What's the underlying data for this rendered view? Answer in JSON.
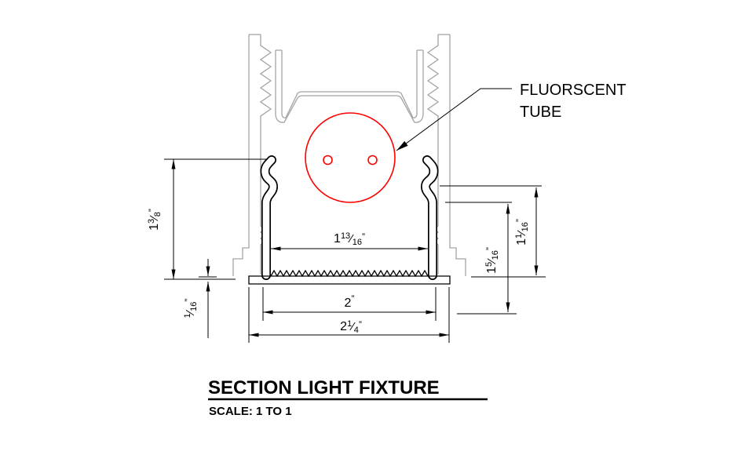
{
  "drawing": {
    "title": "SECTION LIGHT FIXTURE",
    "scale_note": "SCALE: 1 TO 1",
    "callout": {
      "line1": "FLUORSCENT",
      "line2": "TUBE"
    },
    "colors": {
      "line": "#000000",
      "profile_gray": "#a3a3a3",
      "tube_red": "#ff0000"
    },
    "dims": {
      "left_height": {
        "label": "1 3/8\"",
        "whole": "1",
        "num": "3",
        "sep": "⁄",
        "den": "8",
        "inch": "”"
      },
      "flange_thk": {
        "label": "1/16\"",
        "whole": "",
        "num": "1",
        "sep": "⁄",
        "den": "16",
        "inch": "”"
      },
      "inner_width": {
        "label": "1 13/16\"",
        "whole": "1",
        "num": "13",
        "sep": "⁄",
        "den": "16",
        "inch": "”"
      },
      "opening_width": {
        "label": "2\"",
        "whole": "2",
        "num": "",
        "sep": "",
        "den": "",
        "inch": "”"
      },
      "overall_width": {
        "label": "2 1/4\"",
        "whole": "2",
        "num": "1",
        "sep": "⁄",
        "den": "4",
        "inch": "”"
      },
      "right_inner": {
        "label": "1 5/16\"",
        "whole": "1",
        "num": "5",
        "sep": "⁄",
        "den": "16",
        "inch": "”"
      },
      "right_outer": {
        "label": "1 1/16\"",
        "whole": "1",
        "num": "1",
        "sep": "⁄",
        "den": "16",
        "inch": "”"
      }
    }
  }
}
